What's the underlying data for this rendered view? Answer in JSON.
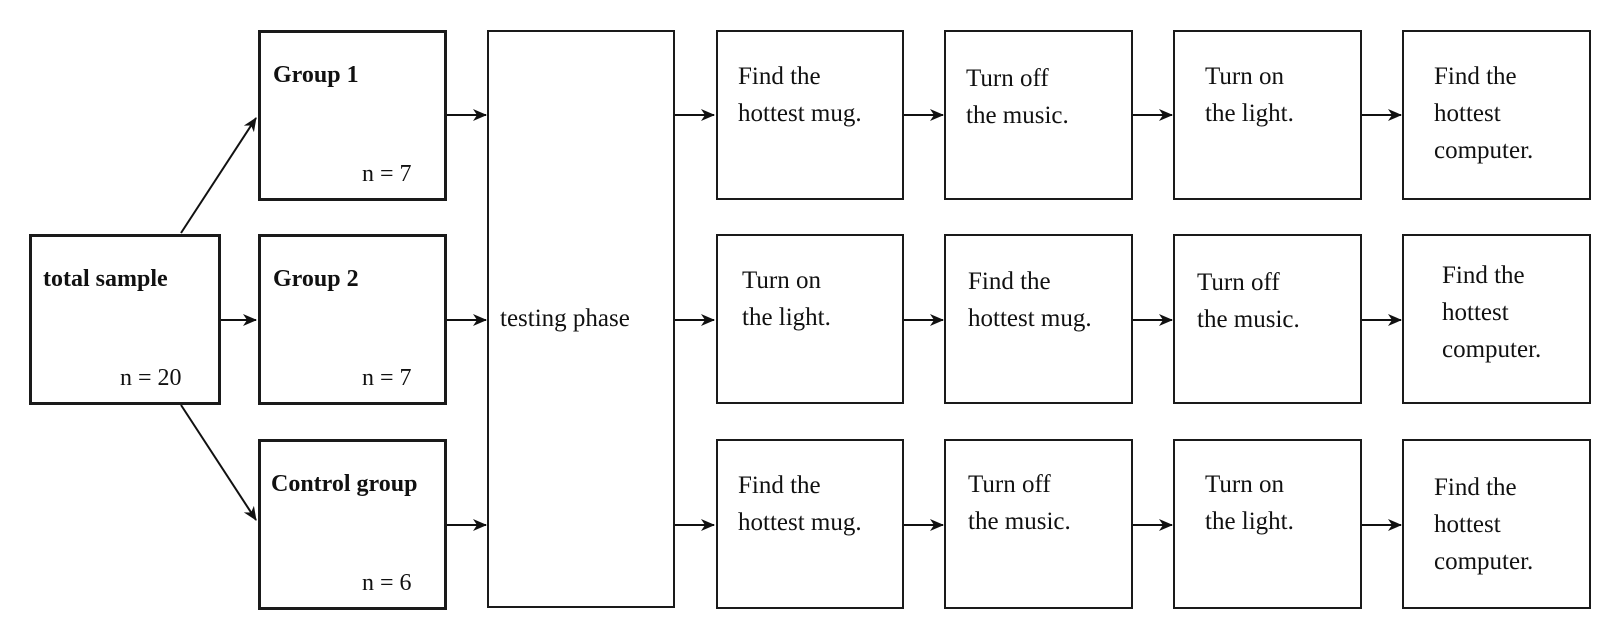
{
  "total_sample": {
    "title": "total sample",
    "n": "n = 20"
  },
  "groups": [
    {
      "title": "Group 1",
      "n": "n = 7"
    },
    {
      "title": "Group 2",
      "n": "n = 7"
    },
    {
      "title": "Control group",
      "n": "n = 6"
    }
  ],
  "testing_phase": "testing phase",
  "rows": [
    [
      [
        "Find the",
        "hottest mug."
      ],
      [
        "Turn off",
        "the music."
      ],
      [
        "Turn on",
        "the light."
      ],
      [
        "Find the",
        "hottest",
        "computer."
      ]
    ],
    [
      [
        "Turn on",
        "the light."
      ],
      [
        "Find the",
        "hottest mug."
      ],
      [
        "Turn off",
        "the music."
      ],
      [
        "Find the",
        "hottest",
        "computer."
      ]
    ],
    [
      [
        "Find the",
        "hottest mug."
      ],
      [
        "Turn off",
        "the music."
      ],
      [
        "Turn on",
        "the light."
      ],
      [
        "Find the",
        "hottest",
        "computer."
      ]
    ]
  ]
}
